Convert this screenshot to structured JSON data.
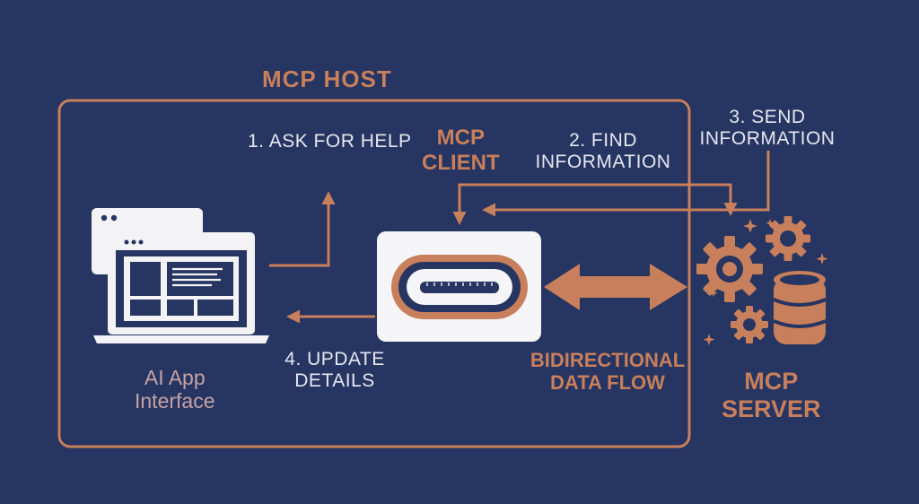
{
  "host": {
    "label": "MCP HOST"
  },
  "client": {
    "label_line1": "MCP",
    "label_line2": "CLIENT"
  },
  "server": {
    "label_line1": "MCP",
    "label_line2": "SERVER"
  },
  "app": {
    "label_line1": "AI App",
    "label_line2": "Interface"
  },
  "steps": {
    "ask": "1. ASK FOR HELP",
    "find_line1": "2. FIND",
    "find_line2": "INFORMATION",
    "send_line1": "3. SEND",
    "send_line2": "INFORMATION",
    "update_line1": "4. UPDATE",
    "update_line2": "DETAILS"
  },
  "flow": {
    "label_line1": "BIDIRECTIONAL",
    "label_line2": "DATA FLOW"
  },
  "colors": {
    "background": "#263561",
    "accent": "#C87F5C",
    "text_light": "#E6E8F0",
    "app_label": "#C7A2A4"
  }
}
